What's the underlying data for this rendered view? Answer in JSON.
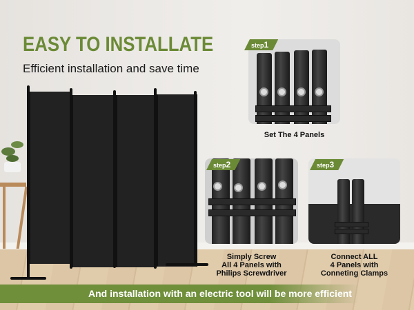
{
  "header": {
    "title": "EASY TO INSTALLATE",
    "subtitle": "Efficient installation and save time"
  },
  "steps": [
    {
      "tag_prefix": "step",
      "tag_number": "1",
      "caption": [
        "Set The 4 Panels"
      ]
    },
    {
      "tag_prefix": "step",
      "tag_number": "2",
      "caption": [
        "Simply Screw",
        "All 4 Panels with",
        "Philips Screwdriver"
      ]
    },
    {
      "tag_prefix": "step",
      "tag_number": "3",
      "caption": [
        "Connect ALL",
        "4 Panels with",
        "Conneting Clamps"
      ]
    }
  ],
  "banner": {
    "text": "And installation with an electric tool will be more efficient"
  },
  "colors": {
    "accent": "#6b8a36"
  }
}
